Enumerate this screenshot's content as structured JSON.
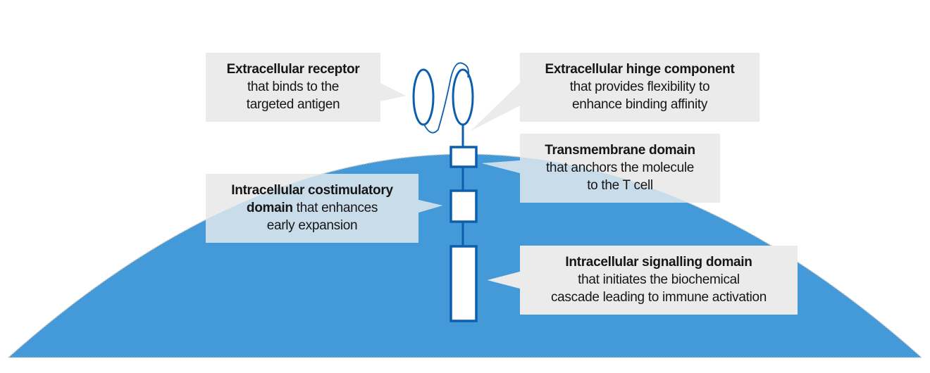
{
  "diagram": {
    "title": "CAR T-cell receptor structure",
    "colors": {
      "cell": "#4499d9",
      "cell_edge": "#c8c2bc",
      "molecule": "#0d5fae",
      "callout": "#ebebeb",
      "callout_over_cell": "#c9dcea",
      "text": "#161616"
    },
    "labels": {
      "receptor": {
        "bold": "Extracellular receptor",
        "line2": "that binds to the",
        "line3": "targeted antigen"
      },
      "hinge": {
        "bold": "Extracellular hinge component",
        "line2": "that provides flexibility to",
        "line3": "enhance binding affinity"
      },
      "transmembrane": {
        "bold": "Transmembrane domain",
        "line2": "that anchors the molecule",
        "line3": "to the T cell"
      },
      "costimulatory": {
        "bold": "Intracellular costimulatory",
        "bold2": "domain",
        "line2rest": " that enhances",
        "line3": "early expansion"
      },
      "signalling": {
        "bold": "Intracellular signalling domain",
        "line2": "that initiates the biochemical",
        "line3": "cascade leading to immune activation"
      }
    },
    "molecule_parts": [
      "extracellular-receptor",
      "hinge",
      "transmembrane-domain",
      "costimulatory-domain",
      "signalling-domain"
    ]
  }
}
